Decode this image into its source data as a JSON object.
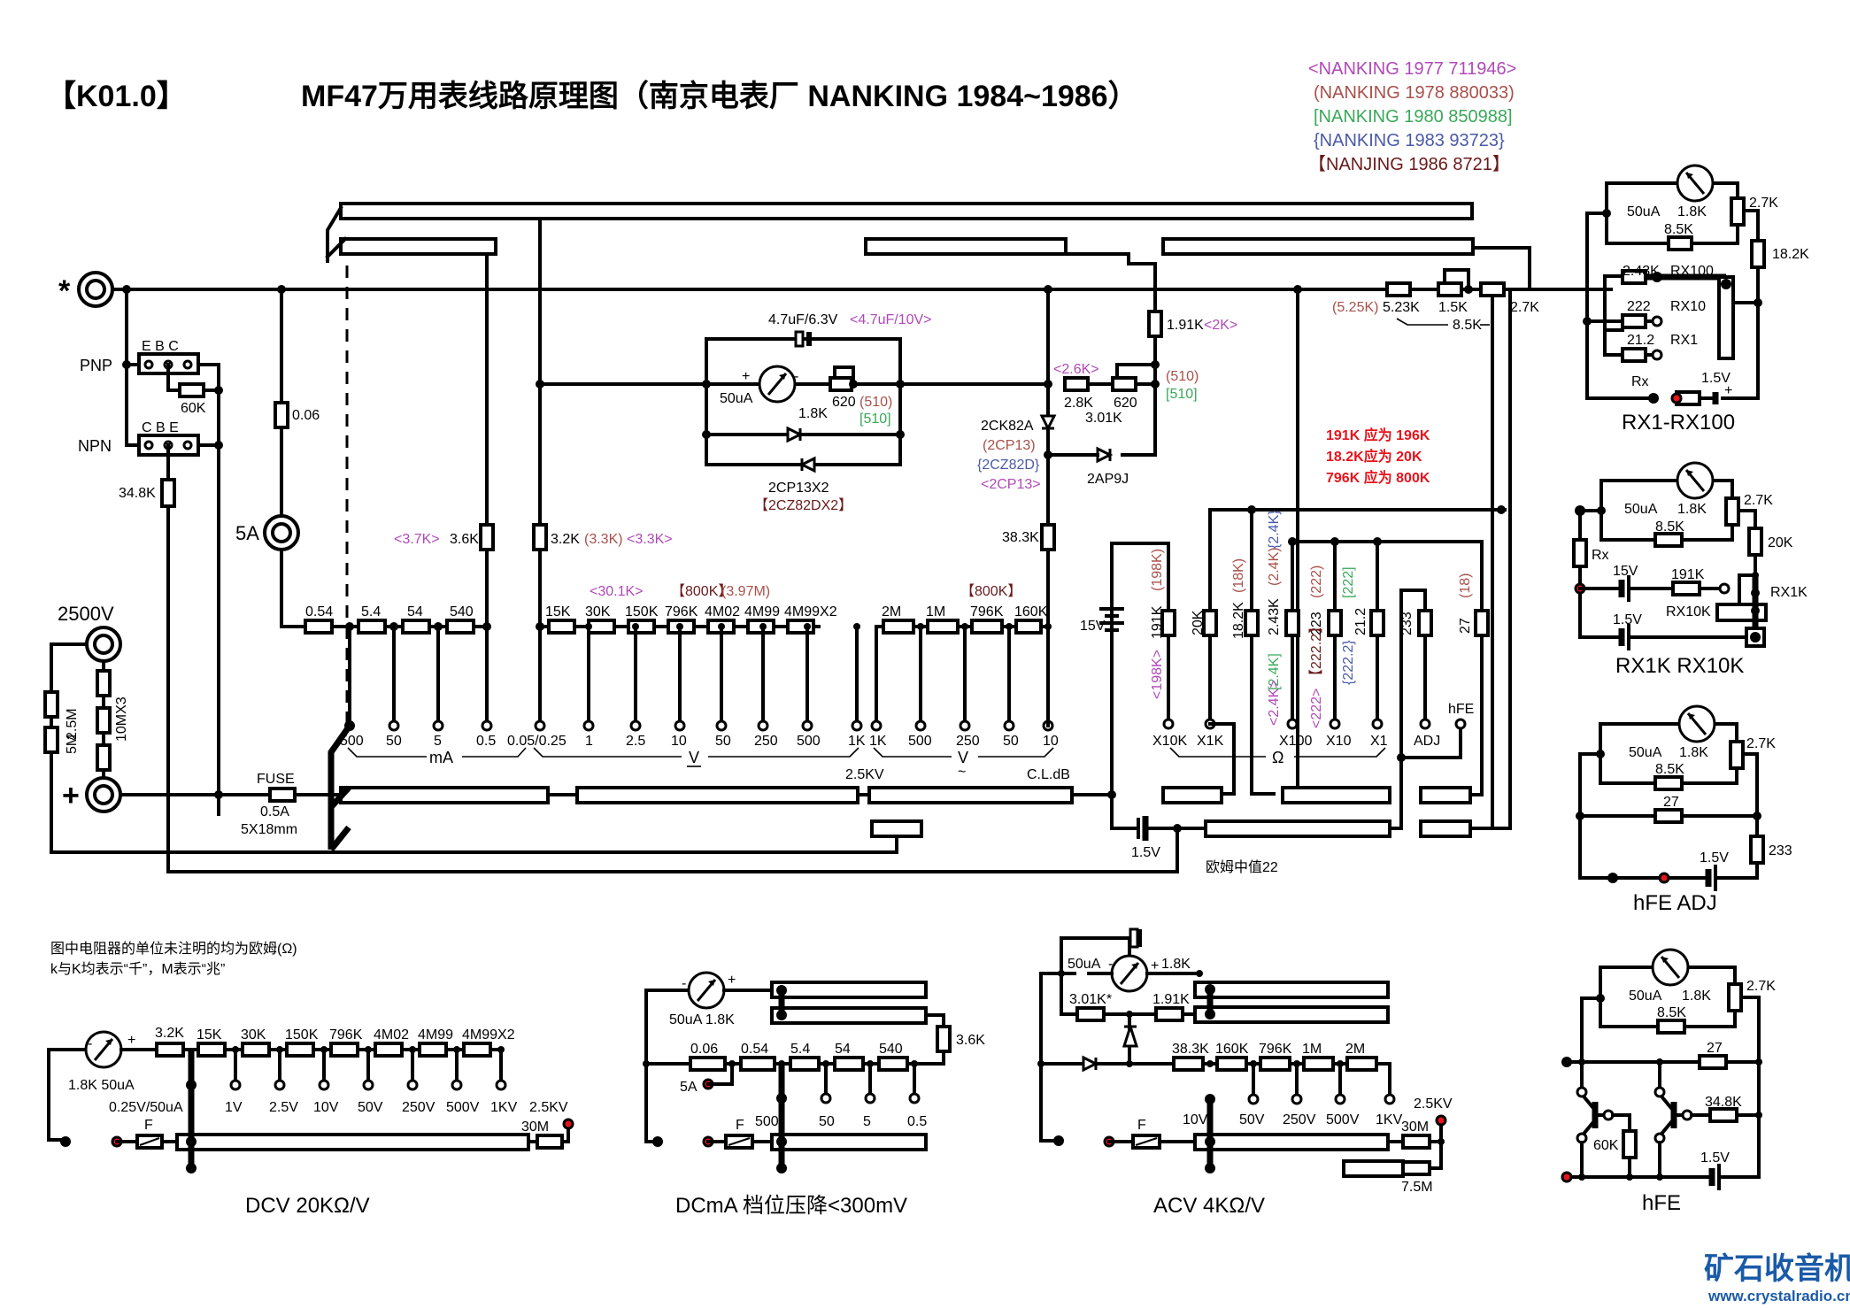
{
  "header": {
    "code": "【K01.0】",
    "title": "MF47万用表线路原理图（南京电表厂 NANKING  1984~1986）"
  },
  "versions": [
    {
      "text": "<NANKING 1977 711946>",
      "color": "#b049b8"
    },
    {
      "text": "(NANKING 1978 880033)",
      "color": "#a8504a"
    },
    {
      "text": "[NANKING 1980 850988]",
      "color": "#3aa85a"
    },
    {
      "text": "{NANKING 1983   93723}",
      "color": "#4a5aa8"
    },
    {
      "text": "【NANJING 1986    8721】",
      "color": "#6a1a1a"
    }
  ],
  "corrections": [
    "191K 应为 196K",
    "18.2K应为 20K",
    "796K 应为 800K"
  ],
  "notes": [
    "图中电阻器的单位未注明的均为欧姆(Ω)",
    "k与K均表示“千”，M表示“兆”"
  ],
  "main": {
    "terminals": {
      "com": "*",
      "plus": "+",
      "a5": "5A",
      "v2500": "2500V"
    },
    "transistor": {
      "pnp": "PNP",
      "npn": "NPN",
      "pnp_pins": "E  B  C",
      "npn_pins": "C  B  E",
      "r60k": "60K",
      "r348k": "34.8K"
    },
    "shunt": {
      "r006": "0.06",
      "r054": "0.54",
      "r54a": "5.4",
      "r54": "54",
      "r540": "540"
    },
    "hv": {
      "r25m": "2.5M",
      "r5m": "5M",
      "r10mx3": "10MX3"
    },
    "fuse": {
      "label": "FUSE",
      "rating": "0.5A",
      "size": "5X18mm"
    },
    "meter": {
      "cap": "4.7uF/6.3V",
      "cap_alt": "<4.7uF/10V>",
      "meter": "50uA",
      "pot": "620",
      "pot_alt1": "(510)",
      "pot_alt2": "[510]",
      "total": "1.8K",
      "diodes": "2CP13X2",
      "diodes_alt": "【2CZ82DX2】"
    },
    "ac": {
      "r28k": "2.8K",
      "r28k_alt": "<2.6K>",
      "pot": "620",
      "pot_alt1": "(510)",
      "pot_alt2": "[510]",
      "total": "3.01K",
      "r191k": "1.91K",
      "r191k_alt": "<2K>",
      "d1": "2CK82A",
      "d1_alt1": "(2CP13)",
      "d1_alt2": "{2CZ82D}",
      "d1_alt3": "<2CP13>",
      "d2": "2AP9J",
      "r383k": "38.3K"
    },
    "dcv_chain": {
      "r36k": "3.6K",
      "r36k_alt": "<3.7K>",
      "r32k": "3.2K",
      "r32k_alt1": "(3.3K)",
      "r32k_alt2": "<3.3K>",
      "resistors": [
        "15K",
        "30K",
        "150K",
        "796K",
        "4M02",
        "4M99",
        "4M99X2"
      ],
      "alt_30k": "<30.1K>",
      "alt_796k_1": "【800K】",
      "alt_796k_2": "(3.97M)"
    },
    "acv_chain": {
      "resistors": [
        "2M",
        "1M",
        "796K",
        "160K"
      ],
      "alt_796k": "【800K】"
    },
    "ranges": {
      "ma": [
        "500",
        "50",
        "5",
        "0.5",
        "0.05/0.25"
      ],
      "dcv": [
        "1",
        "2.5",
        "10",
        "50",
        "250",
        "500",
        "1K"
      ],
      "acv": [
        "1K",
        "500",
        "250",
        "50",
        "10"
      ],
      "ohm": [
        "X10K",
        "X1K",
        "X100",
        "X10",
        "X1"
      ],
      "adj": "ADJ",
      "hfe": "hFE",
      "ma_unit": "mA",
      "v_unit": "V",
      "vac_unit": "V",
      "ohm_unit": "Ω"
    },
    "ohms": {
      "r191k": "191K",
      "r191k_a1": "(198K)",
      "r191k_a2": "<198K>",
      "r20k": "20K",
      "r182k": "18.2K",
      "r182k_a": "(18K)",
      "r243k": "2.43K",
      "r243k_a1": "(2.4K)",
      "r243k_a2": "{2.4K}",
      "r243k_a3": "[2.4K]",
      "r243k_a4": "<2.4K>",
      "r223": "223",
      "r223_a1": "(222)",
      "r223_a2": "[222]",
      "r223_a3": "【222.2】",
      "r223_a4": "{222.2}",
      "r223_a5": "<222>",
      "r212": "21.2",
      "r233": "233",
      "r27": "27",
      "r27_a": "(18)",
      "batt15": "15V",
      "batt15b": "1.5V",
      "mid": "欧姆中值22"
    },
    "zero": {
      "r525": "(5.25K)",
      "r523": "5.23K",
      "r15k": "1.5K",
      "r27k": "2.7K",
      "total": "8.5K"
    },
    "labels": {
      "kv25": "2.5KV",
      "cldb": "C.L.dB"
    }
  },
  "sub_rx1": {
    "title": "RX1-RX100",
    "meter": "50uA",
    "r18": "1.8K",
    "r85": "8.5K",
    "r27": "2.7K",
    "r182": "18.2K",
    "r243": "2.43K",
    "rx100": "RX100",
    "r222": "222",
    "rx10": "RX10",
    "r212": "21.2",
    "rx1": "RX1",
    "rx": "Rx",
    "batt": "1.5V"
  },
  "sub_rx1k": {
    "title": "RX1K  RX10K",
    "meter": "50uA",
    "r18": "1.8K",
    "r85": "8.5K",
    "r27": "2.7K",
    "r20": "20K",
    "rx": "Rx",
    "b15": "15V",
    "r191": "191K",
    "rx1k": "RX1K",
    "rx10k": "RX10K",
    "b1": "1.5V"
  },
  "sub_adj": {
    "title": "hFE  ADJ",
    "meter": "50uA",
    "r18": "1.8K",
    "r85": "8.5K",
    "r27k": "2.7K",
    "r27": "27",
    "r233": "233",
    "b": "1.5V"
  },
  "sub_hfe": {
    "title": "hFE",
    "meter": "50uA",
    "r18": "1.8K",
    "r85": "8.5K",
    "r27k": "2.7K",
    "r27": "27",
    "r348": "34.8K",
    "r60": "60K",
    "b": "1.5V"
  },
  "sub_dcv": {
    "title": "DCV   20KΩ/V",
    "meter": "1.8K  50uA",
    "r32": "3.2K",
    "resistors": [
      "15K",
      "30K",
      "150K",
      "796K",
      "4M02",
      "4M99",
      "4M99X2"
    ],
    "ranges": [
      "1V",
      "2.5V",
      "10V",
      "50V",
      "250V",
      "500V",
      "1KV"
    ],
    "base": "0.25V/50uA",
    "f": "F",
    "r30m": "30M",
    "kv": "2.5KV"
  },
  "sub_dcma": {
    "title": "DCmA  档位压降<300mV",
    "meter": "50uA  1.8K",
    "r36": "3.6K",
    "resistors": [
      "0.06",
      "0.54",
      "5.4",
      "54",
      "540"
    ],
    "a5": "5A",
    "ranges": [
      "500",
      "50",
      "5",
      "0.5"
    ],
    "f": "F"
  },
  "sub_acv": {
    "title": "ACV    4KΩ/V",
    "meter": "50uA",
    "r18": "1.8K",
    "r301": "3.01K*",
    "r191": "1.91K",
    "resistors": [
      "38.3K",
      "160K",
      "796K",
      "1M",
      "2M"
    ],
    "ranges": [
      "10V",
      "50V",
      "250V",
      "500V",
      "1KV"
    ],
    "f": "F",
    "r30m": "30M",
    "r75m": "7.5M",
    "kv": "2.5KV"
  },
  "logo": {
    "name": "矿石收音机",
    "url": "www.crystalradio.cn"
  }
}
